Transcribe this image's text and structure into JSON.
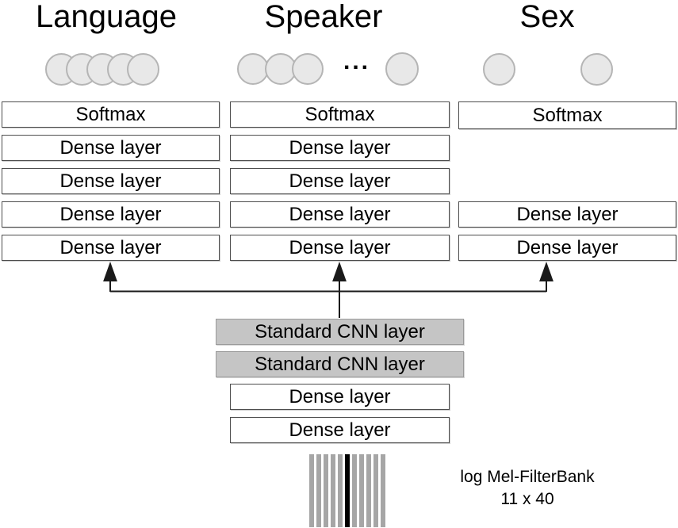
{
  "diagram": {
    "columns": [
      {
        "heading": "Language",
        "output_nodes": 5,
        "layers": [
          "Softmax",
          "Dense layer",
          "Dense layer",
          "Dense layer",
          "Dense layer"
        ]
      },
      {
        "heading": "Speaker",
        "output_nodes": 4,
        "ellipsis": "...",
        "layers": [
          "Softmax",
          "Dense layer",
          "Dense layer",
          "Dense layer",
          "Dense layer"
        ]
      },
      {
        "heading": "Sex",
        "output_nodes": 2,
        "layers": [
          "Softmax",
          "Dense layer",
          "Dense layer"
        ]
      }
    ],
    "trunk": {
      "layers": [
        "Standard CNN layer",
        "Standard CNN layer",
        "Dense layer",
        "Dense layer"
      ]
    },
    "input": {
      "caption_line1": "log Mel-FilterBank",
      "caption_line2": "11 x 40",
      "stripe_count": 11
    }
  },
  "colors": {
    "box_fill": "#ffffff",
    "cnn_fill": "#c5c5c5",
    "circle_fill": "#e8e8e8",
    "stripe_gray": "#a6a6a6",
    "stripe_black": "#000000",
    "line": "#1a1a1a"
  }
}
